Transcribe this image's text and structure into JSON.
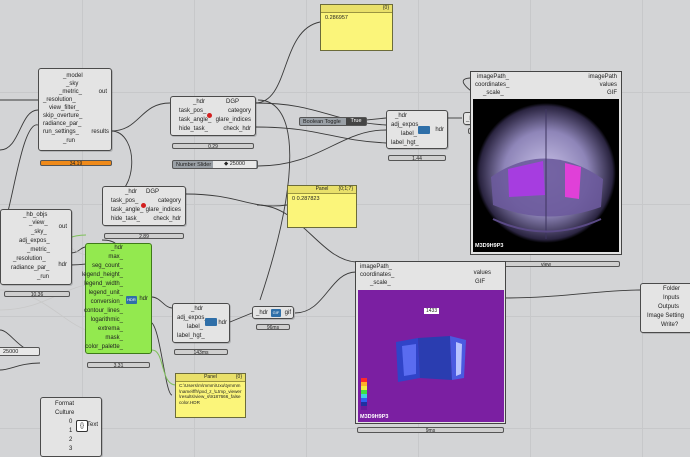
{
  "panels": {
    "top_value": {
      "header": "{0}",
      "value": "0.286957"
    },
    "mid_value": {
      "header": "Panel",
      "count": "{0;1;7}",
      "value": "0 0.287823"
    },
    "path": {
      "header": "Panel",
      "count": "{0}",
      "value": "C:\\Users\\m\\mmm\\Uxu\\tymmm\\name\\ffh\\pxd_z_\\Ltmp_viewer\\results\\view_s\\9187666_falsecolor.HDR"
    }
  },
  "model_node": {
    "inputs": [
      "_model",
      "_sky",
      "_metric_",
      "_resolution_",
      "view_filter_",
      "skip_overture_",
      "radiance_par_",
      "run_settings_",
      "_run"
    ],
    "outputs": [
      "out",
      "results"
    ],
    "bar_label": "34.19"
  },
  "glare_node_top": {
    "inputs": [
      "_hdr",
      "task_pos_",
      "task_angle_",
      "hide_task_"
    ],
    "outputs": [
      "DGP",
      "category",
      "glare_indices",
      "check_hdr"
    ],
    "bar_label": "0.29"
  },
  "boolean_toggle": {
    "label": "Boolean Toggle",
    "value": "True"
  },
  "adj_node_top": {
    "inputs": [
      "_hdr",
      "adj_expos_",
      "label_",
      "label_hgt_"
    ],
    "output": "hdr",
    "bar_label": "1.44"
  },
  "number_slider": {
    "label": "Number Slider",
    "value": "◆ 25000"
  },
  "image_viewer_top": {
    "inputs": [
      "imagePath_",
      "coordinates_",
      "_scale_"
    ],
    "outputs": [
      "imagePath",
      "values",
      "GIF"
    ],
    "caption": "M3D9H9P3",
    "bar_label": "view"
  },
  "gif_top": {
    "input": "_hdr",
    "label": "GIF",
    "output": "gif",
    "bar_label": "16ms"
  },
  "glare_node_mid": {
    "inputs": [
      "_hdr",
      "task_pos_",
      "task_angle_",
      "hide_task_"
    ],
    "outputs": [
      "DGP",
      "category",
      "glare_indices",
      "check_hdr"
    ],
    "bar_label": "2.89"
  },
  "hb_node": {
    "inputs": [
      "_hb_objs",
      "_view_",
      "_sky_",
      "adj_expos_",
      "_metric_",
      "_resolution_",
      "radiance_par_",
      "_run"
    ],
    "outputs": [
      "out",
      "hdr"
    ],
    "bar_label": "10.36"
  },
  "falsecolor_node": {
    "inputs": [
      "_hdr",
      "max_",
      "seg_count_",
      "legend_height_",
      "legend_width_",
      "legend_unit_",
      "conversion_",
      "contour_lines_",
      "logarithmic_",
      "extrema_",
      "mask_",
      "color_palette_"
    ],
    "output": "hdr",
    "icon_label": "HDR",
    "bar_label": "3.31"
  },
  "adj_node_mid": {
    "inputs": [
      "_hdr",
      "adj_expos_",
      "label_",
      "label_hgt_"
    ],
    "output": "hdr",
    "bar_label": "143ms"
  },
  "gif_mid": {
    "input": "_hdr",
    "label": "GIF",
    "output": "gif",
    "bar_label": "96ms"
  },
  "image_viewer_mid": {
    "inputs": [
      "imagePath_",
      "coordinates_",
      "_scale_"
    ],
    "outputs": [
      "values",
      "GIF"
    ],
    "caption": "M3D9H9P3",
    "tag": "1433",
    "bar_label": "9ms"
  },
  "right_node": {
    "inputs": [
      "Folder",
      "Inputs",
      "Outputs",
      "Image Setting",
      "Write?"
    ]
  },
  "format_node": {
    "inputs": [
      "Format",
      "Culture",
      "0",
      "1",
      "2",
      "3"
    ],
    "icon": "{}",
    "output": "Text"
  },
  "left_slider_value": "25000",
  "colors": {
    "green": "#93e94f",
    "panel": "#fbf57a",
    "progress": "#ef8a1a",
    "viewer_purple": "#7b1fa2"
  }
}
